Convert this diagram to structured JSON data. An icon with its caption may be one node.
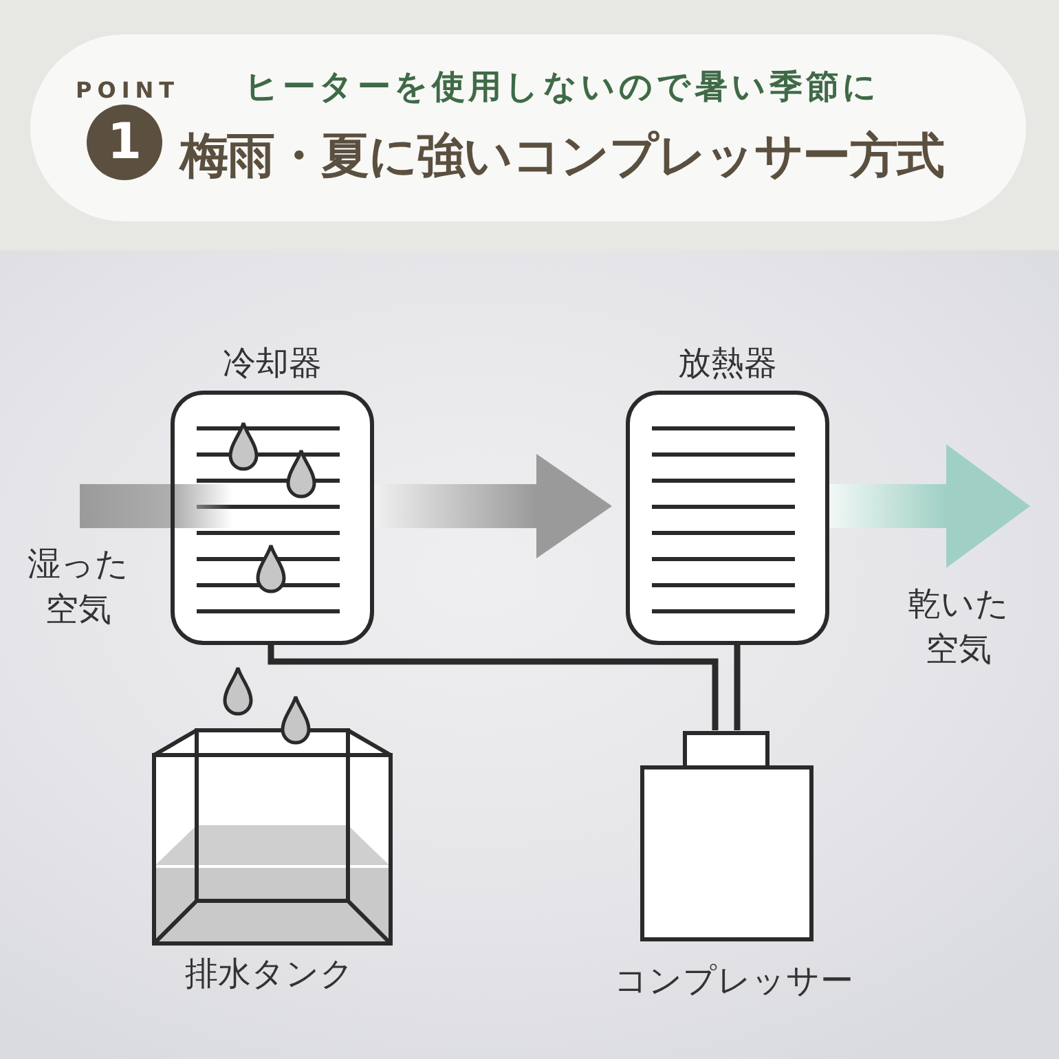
{
  "diagram": {
    "nodes": [
      {
        "text": [
          "POINT",
          "ヒーターを使用しないので暑い季節に",
          "梅雨・夏に強いコンプレッサー方式"
        ]
      },
      {
        "text": [
          "1"
        ],
        "in": 0
      },
      {
        "text": [
          "冷却器"
        ]
      },
      {
        "text": [
          "放熱器"
        ]
      },
      {
        "text": [
          "排水タンク"
        ]
      },
      {
        "text": [
          "コンプレッサー"
        ]
      }
    ],
    "edges": [
      {
        "from": null,
        "to": 2,
        "arrow": "none",
        "style": "thick",
        "color": "#9a9a9a"
      },
      {
        "from": 2,
        "to": 3,
        "arrow": "to",
        "style": "thick",
        "color": "#9a9a9a"
      },
      {
        "from": 3,
        "to": null,
        "arrow": "to",
        "style": "thick",
        "color": "#a0d0c4"
      },
      {
        "from": 2,
        "to": 5,
        "arrow": "none"
      },
      {
        "from": 3,
        "to": 5,
        "arrow": "none"
      }
    ],
    "labels": [
      "湿った空気",
      "乾いた空気"
    ]
  }
}
